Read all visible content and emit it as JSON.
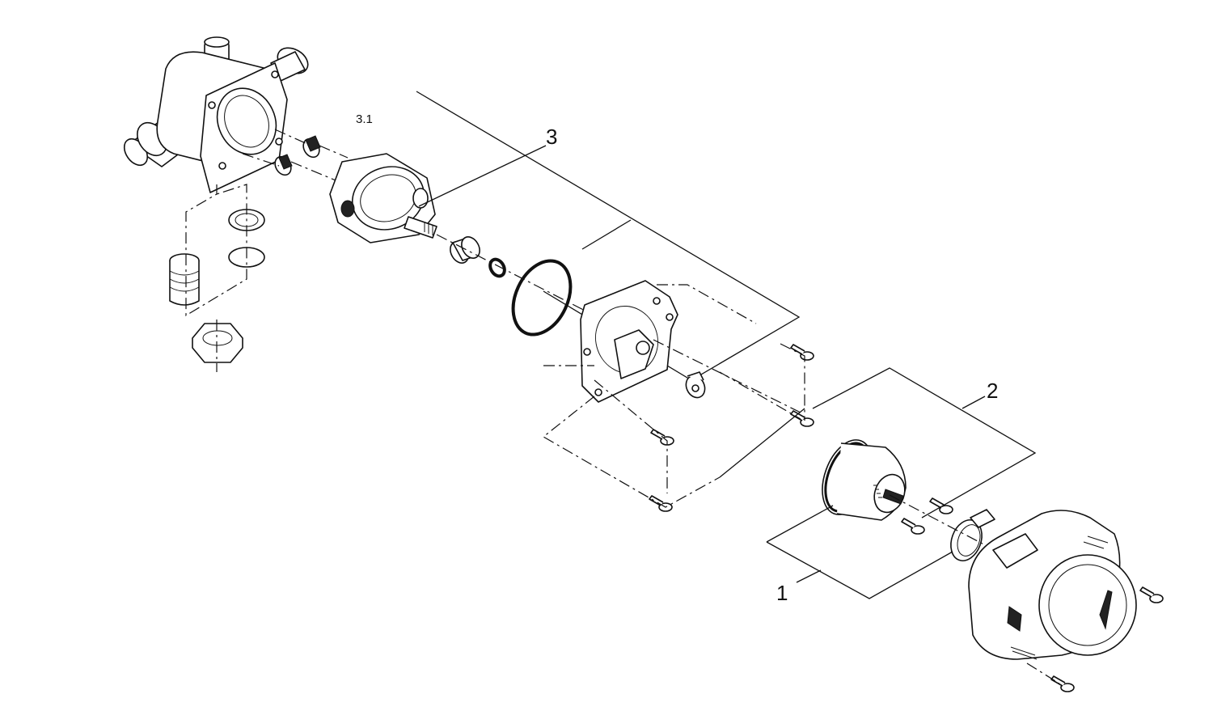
{
  "callouts": {
    "label_1": "1",
    "label_2": "2",
    "label_3": "3",
    "label_3_1": "3.1"
  }
}
